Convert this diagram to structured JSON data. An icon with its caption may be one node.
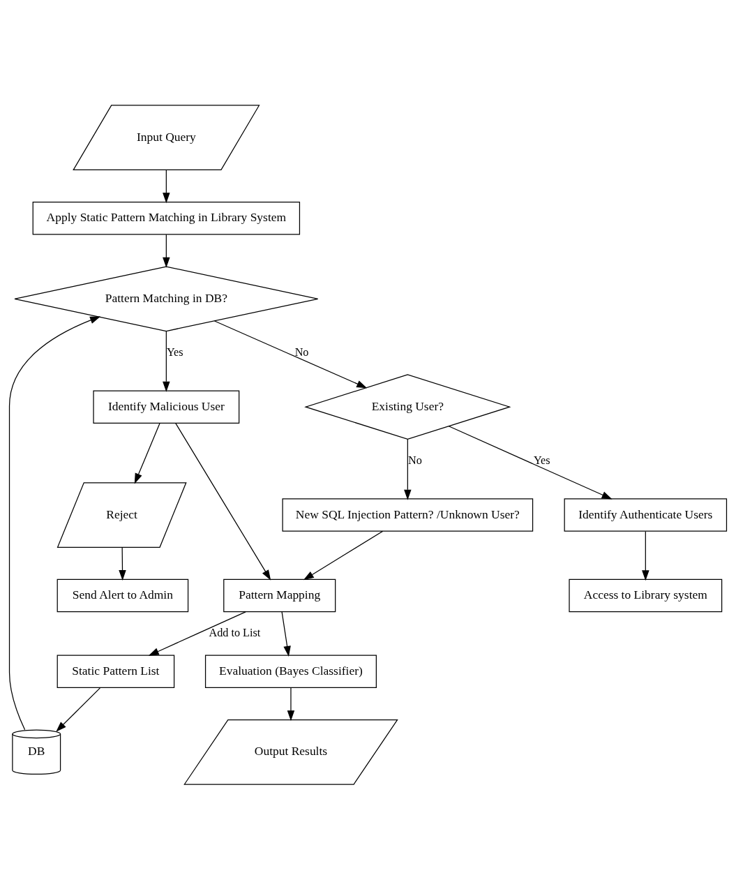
{
  "diagram": {
    "nodes": [
      {
        "text": [
          "Input Query"
        ]
      },
      {
        "text": [
          "Apply Static Pattern Matching in Library System"
        ]
      },
      {
        "text": [
          "DB"
        ]
      },
      {
        "text": [
          "Reject"
        ]
      },
      {
        "text": [
          "Pattern Matching in DB?"
        ]
      },
      {
        "text": [
          "Access to Library system"
        ]
      },
      {
        "text": [
          "Identify Malicious User"
        ]
      },
      {
        "text": [
          "Existing User?"
        ]
      },
      {
        "text": [
          "Identify Authenticate Users"
        ]
      },
      {
        "text": [
          "Send Alert to Admin"
        ]
      },
      {
        "text": [
          "Pattern Mapping"
        ]
      },
      {
        "text": [
          "New SQL Injection Pattern? /Unknown User?"
        ]
      },
      {
        "text": [
          "Evaluation (Bayes Classifier)"
        ]
      },
      {
        "text": [
          "Static Pattern List"
        ]
      },
      {
        "text": [
          "Output Results"
        ]
      }
    ],
    "edges": [
      {
        "from": 0,
        "to": 1,
        "arrow": "to"
      },
      {
        "from": 1,
        "to": 4,
        "arrow": "to"
      },
      {
        "from": 2,
        "to": 4,
        "arrow": "to"
      },
      {
        "from": 4,
        "to": 6,
        "arrow": "to",
        "label": "Yes"
      },
      {
        "from": 4,
        "to": 7,
        "arrow": "to",
        "label": "No"
      },
      {
        "from": 7,
        "to": 8,
        "arrow": "to",
        "label": "Yes"
      },
      {
        "from": 8,
        "to": 5,
        "arrow": "to"
      },
      {
        "from": 6,
        "to": 3,
        "arrow": "to"
      },
      {
        "from": 3,
        "to": 9,
        "arrow": "to"
      },
      {
        "from": 6,
        "to": 10,
        "arrow": "to"
      },
      {
        "from": 7,
        "to": 11,
        "arrow": "to",
        "label": "No"
      },
      {
        "from": 11,
        "to": 10,
        "arrow": "to"
      },
      {
        "from": 10,
        "to": 12,
        "arrow": "to"
      },
      {
        "from": 10,
        "to": 13,
        "arrow": "to",
        "label": "Add to List"
      },
      {
        "from": 13,
        "to": 2,
        "arrow": "to"
      },
      {
        "from": 12,
        "to": 14,
        "arrow": "to"
      }
    ]
  }
}
